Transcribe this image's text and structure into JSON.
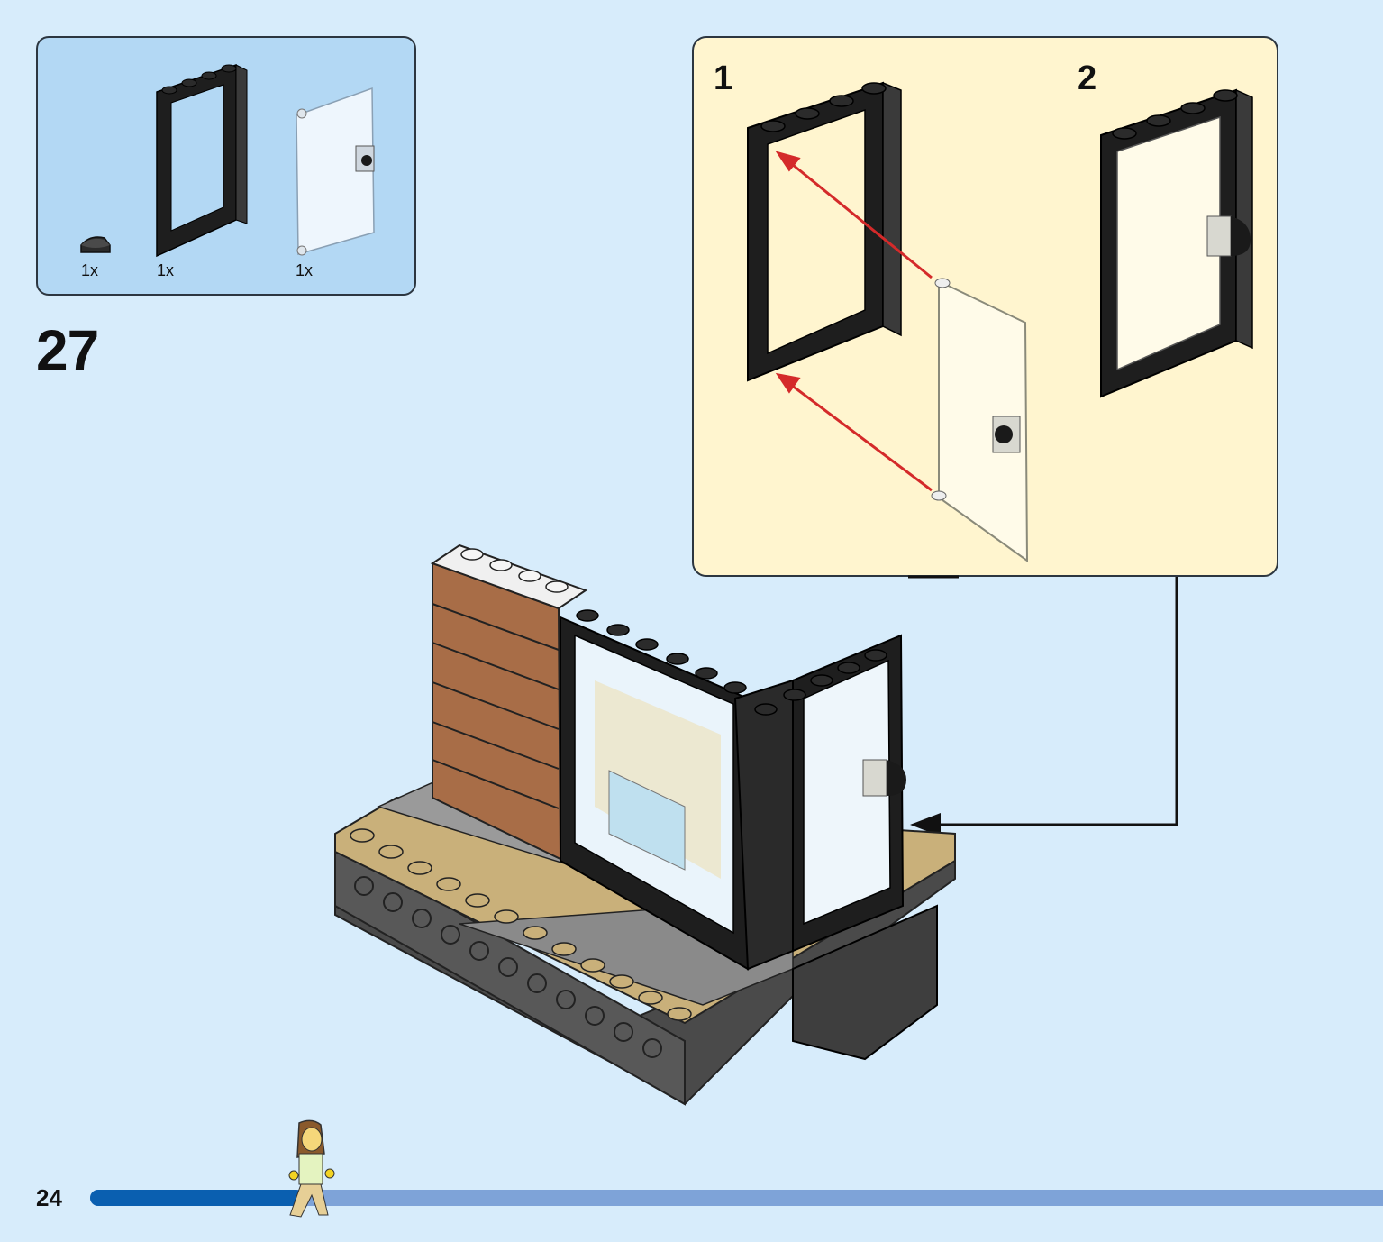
{
  "page": {
    "step_number": "27",
    "page_number": "24",
    "progress_fraction": 0.165
  },
  "parts": [
    {
      "name": "tile-round-black",
      "qty": "1x"
    },
    {
      "name": "door-frame-black",
      "qty": "1x"
    },
    {
      "name": "door-transparent",
      "qty": "1x"
    }
  ],
  "callout": {
    "substeps": [
      {
        "label": "1"
      },
      {
        "label": "2"
      }
    ]
  },
  "colors": {
    "background": "#d7ecfb",
    "parts_box": "#b3d8f4",
    "callout_bg": "#fff5cf",
    "arrow_red": "#d42a2a",
    "progress_fill": "#0a5fb0",
    "progress_track": "#7ea3d8"
  }
}
